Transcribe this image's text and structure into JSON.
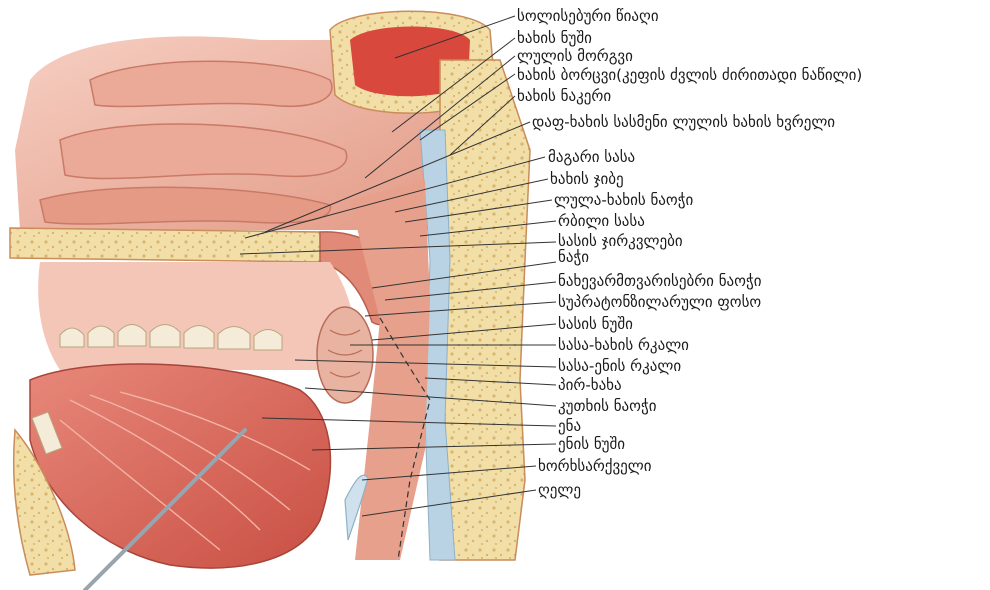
{
  "figure": {
    "labels": [
      "სოლისებური წიაღი",
      "ხახის ნუში",
      "ლულის მორგვი",
      "ხახის ბორცვი(კეფის ძვლის ძირითადი ნაწილი)",
      "ხახის ნაკერი",
      "დაფ-ხახის სასმენი ლულის ხახის ხვრელი",
      "მაგარი სასა",
      "ხახის ჯიბე",
      "ლულა-ხახის ნაოჭი",
      "რბილი სასა",
      "სასის ჯირკვლები",
      "ნაჭი",
      "ნახევარმთვარისებრი ნაოჭი",
      "სუპრატონზილარული ფოსო",
      "სასის ნუში",
      "სასა-ხახის რკალი",
      "სასა-ენის რკალი",
      "პირ-ხახა",
      "კუთხის ნაოჭი",
      "ენა",
      "ენის ნუში",
      "ხორხსარქველი",
      "ღელე"
    ]
  },
  "colors": {
    "tissue_light": "#f2c2b3",
    "tissue_mid": "#e59a86",
    "tissue_dark": "#c9574a",
    "bone": "#f2dfa8",
    "bone_dots": "#d9b56e",
    "vessel_red": "#d8483d",
    "membrane_blue": "#b9d3e4",
    "lines": "#333333"
  }
}
